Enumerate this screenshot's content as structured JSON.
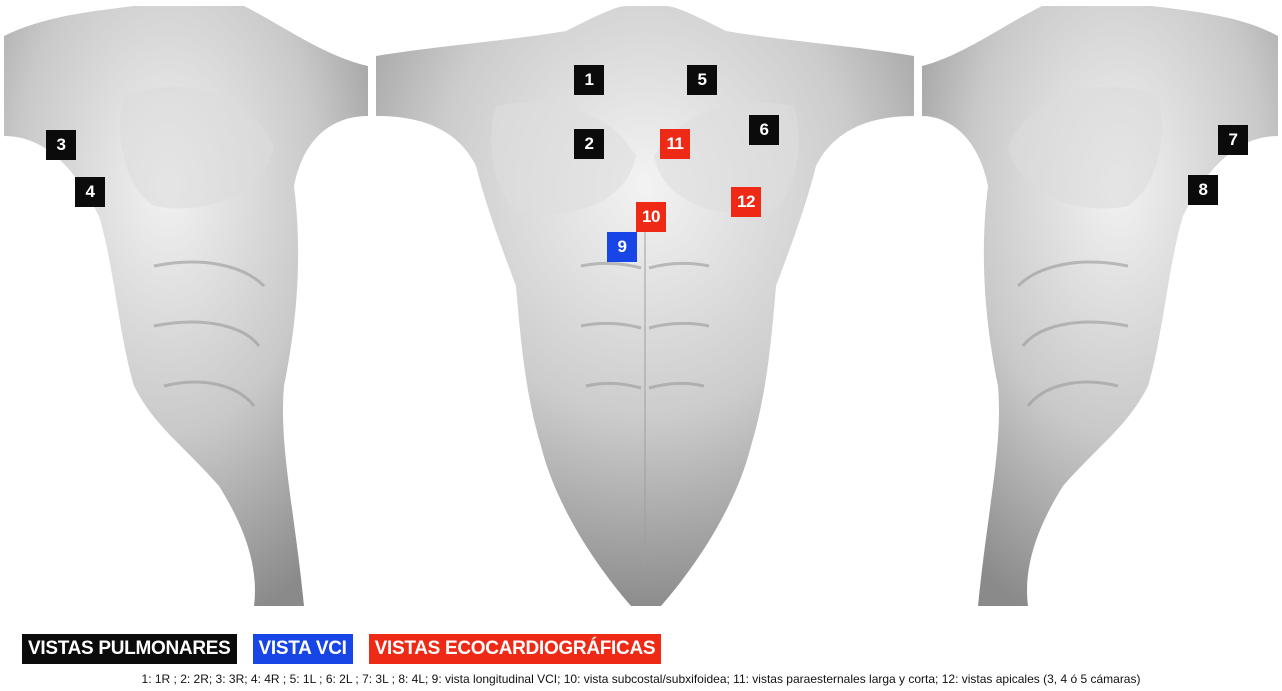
{
  "markers": {
    "m1": "1",
    "m2": "2",
    "m3": "3",
    "m4": "4",
    "m5": "5",
    "m6": "6",
    "m7": "7",
    "m8": "8",
    "m9": "9",
    "m10": "10",
    "m11": "11",
    "m12": "12"
  },
  "legend": {
    "pulmonary": "VISTAS PULMONARES",
    "vci": "VISTA VCI",
    "echo": "VISTAS ECOCARDIOGRÁFICAS"
  },
  "footnote": "1: 1R ; 2: 2R; 3: 3R; 4: 4R ; 5: 1L ; 6: 2L ; 7: 3L ; 8: 4L; 9: vista longitudinal VCI; 10: vista subcostal/subxifoidea; 11: vistas paraesternales larga y corta; 12: vistas apicales (3, 4 ó 5 cámaras)",
  "colors": {
    "pulmonary": "#0b0b0b",
    "vci": "#1845e6",
    "echo": "#ee2a17"
  }
}
